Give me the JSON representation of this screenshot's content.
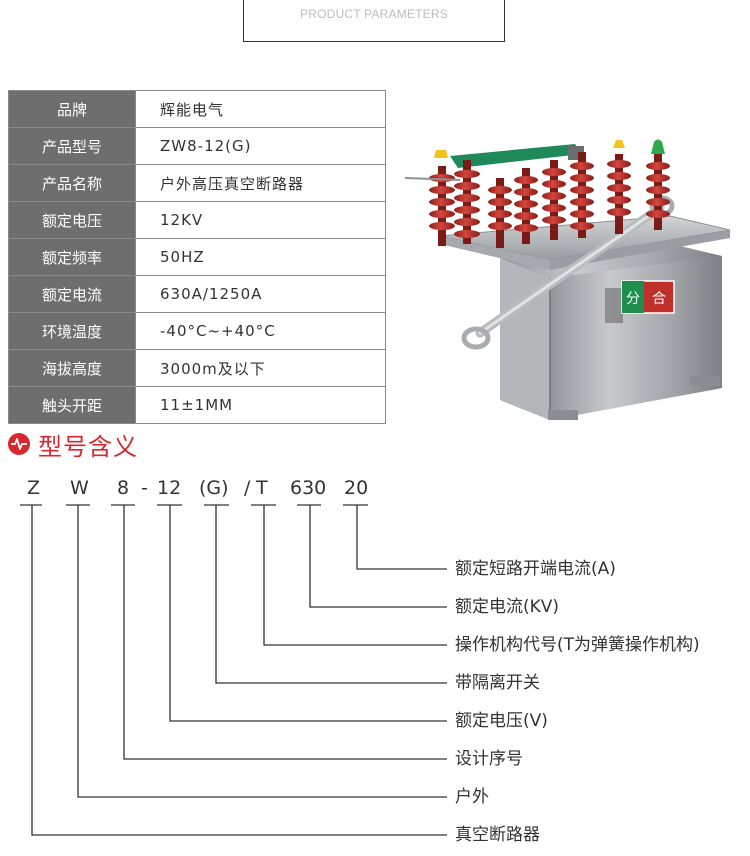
{
  "header": {
    "title": "PRODUCT PARAMETERS"
  },
  "params": [
    {
      "label": "品牌",
      "value": "辉能电气"
    },
    {
      "label": "产品型号",
      "value": "ZW8-12(G)"
    },
    {
      "label": "产品名称",
      "value": "户外高压真空断路器"
    },
    {
      "label": "额定电压",
      "value": "12KV"
    },
    {
      "label": "额定频率",
      "value": "50HZ"
    },
    {
      "label": "额定电流",
      "value": "630A/1250A"
    },
    {
      "label": "环境温度",
      "value": "-40°C~+40°C"
    },
    {
      "label": "海拔高度",
      "value": "3000m及以下"
    },
    {
      "label": "触头开距",
      "value": "11±1MM"
    }
  ],
  "product_image": {
    "panel_label_1": "分",
    "panel_label_2": "合",
    "colors": {
      "insulator": "#b8312b",
      "frame": "#a9acb0",
      "handle": "#1e8a5a",
      "cap_yellow": "#f0c419",
      "cap_green": "#2fa84f",
      "panel": "#c0302b"
    }
  },
  "model_meaning": {
    "title": "型号含义",
    "icon": "pulse-icon",
    "accent": "#d7282e",
    "codes": [
      "Z",
      "W",
      "8",
      "-",
      "12",
      "(G)",
      "/",
      "T",
      "630",
      "20"
    ],
    "meanings": [
      "额定短路开端电流(A)",
      "额定电流(KV)",
      "操作机构代号(T为弹簧操作机构)",
      "带隔离开关",
      "额定电压(V)",
      "设计序号",
      "户外",
      "真空断路器"
    ]
  }
}
